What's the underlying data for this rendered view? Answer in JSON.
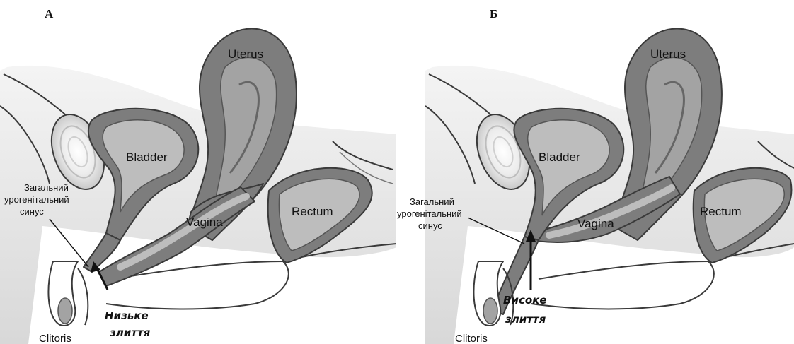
{
  "panels": [
    {
      "letter": "A",
      "organs": {
        "uterus": "Uterus",
        "bladder": "Bladder",
        "vagina": "Vagina",
        "rectum": "Rectum",
        "clitoris": "Clitoris"
      },
      "sinus_label": [
        "Загальний",
        "урогенітальний",
        "синус"
      ],
      "fusion_label": [
        "Низьке",
        "злиття"
      ]
    },
    {
      "letter": "Б",
      "organs": {
        "uterus": "Uterus",
        "bladder": "Bladder",
        "vagina": "Vagina",
        "rectum": "Rectum",
        "clitoris": "Clitoris"
      },
      "sinus_label": [
        "Загальний",
        "урогенітальний",
        "синус"
      ],
      "fusion_label": [
        "Високе",
        "злиття"
      ]
    }
  ],
  "colors": {
    "organ_wall": "#7d7d7d",
    "organ_lumen": "#bdbdbd",
    "inner_lining": "#a3a3a3",
    "tissue": "#e6e6e6",
    "outline": "#3a3a3a"
  }
}
